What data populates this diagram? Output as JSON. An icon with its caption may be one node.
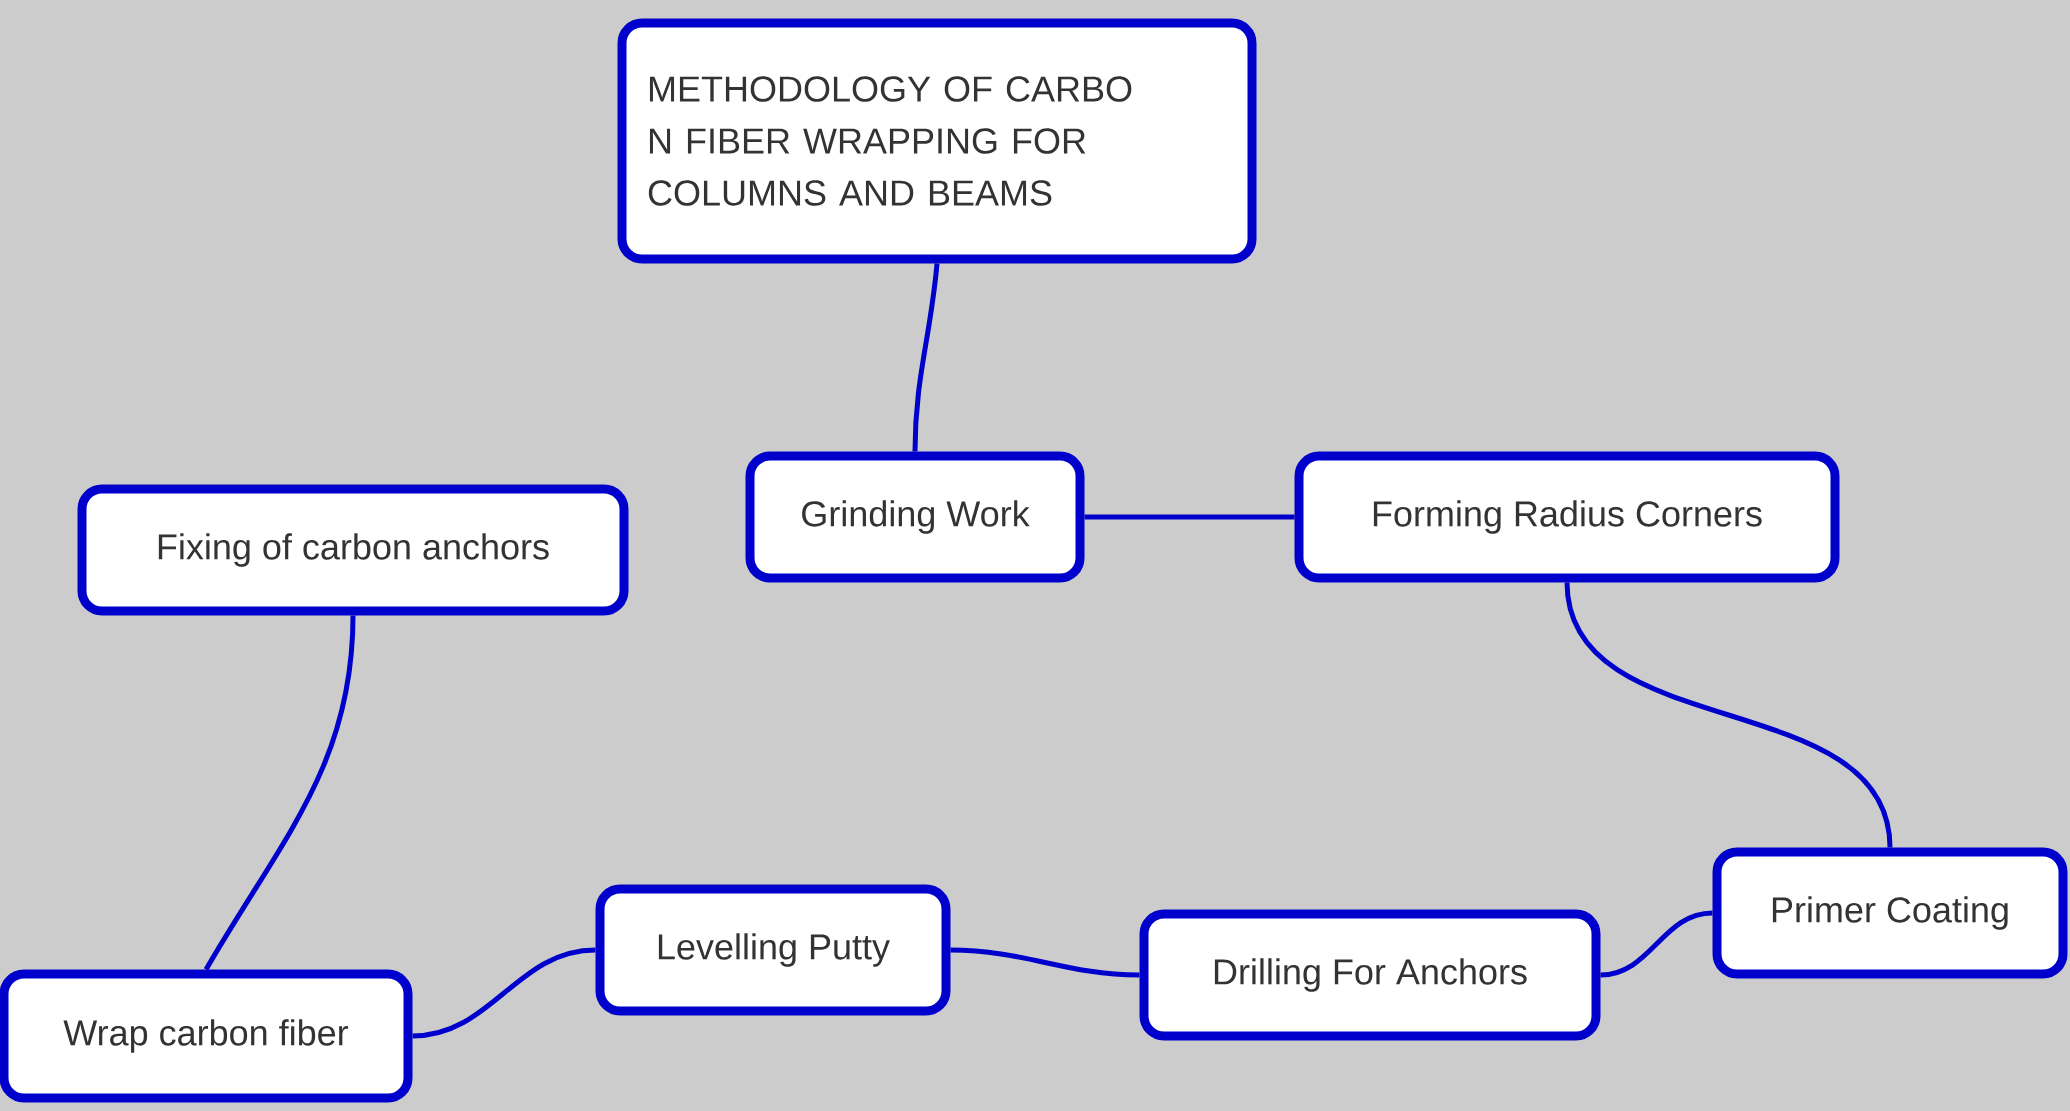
{
  "diagram": {
    "nodes": [
      {
        "text": [
          "METHODOLOGY OF CARBO N FIBER WRAPPING FOR COLUMNS AND BEAMS"
        ]
      },
      {
        "text": [
          "Grinding Work"
        ]
      },
      {
        "text": [
          "Forming Radius Corners"
        ]
      },
      {
        "text": [
          "Primer Coating"
        ]
      },
      {
        "text": [
          "Drilling For Anchors"
        ]
      },
      {
        "text": [
          "Levelling Putty"
        ]
      },
      {
        "text": [
          "Wrap carbon fiber"
        ]
      },
      {
        "text": [
          "Fixing of carbon anchors"
        ]
      }
    ],
    "edges": [
      {
        "from": 0,
        "to": 1,
        "arrow": "none"
      },
      {
        "from": 1,
        "to": 2,
        "arrow": "none"
      },
      {
        "from": 2,
        "to": 3,
        "arrow": "none"
      },
      {
        "from": 3,
        "to": 4,
        "arrow": "none"
      },
      {
        "from": 4,
        "to": 5,
        "arrow": "none"
      },
      {
        "from": 5,
        "to": 6,
        "arrow": "none"
      },
      {
        "from": 6,
        "to": 7,
        "arrow": "none"
      }
    ]
  }
}
